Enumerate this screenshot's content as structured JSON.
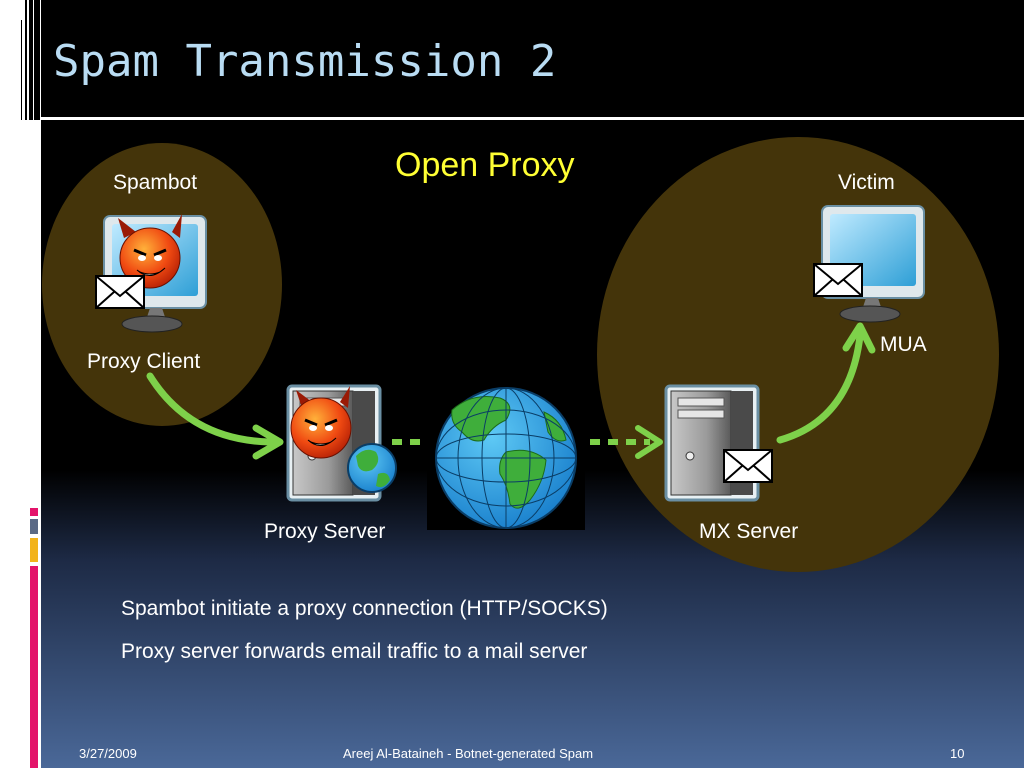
{
  "slide": {
    "title": "Spam Transmission 2",
    "headline": "Open Proxy",
    "labels": {
      "spambot": "Spambot",
      "proxy_client": "Proxy Client",
      "proxy_server": "Proxy Server",
      "mx_server": "MX Server",
      "victim": "Victim",
      "mua": "MUA"
    },
    "bullets": [
      "Spambot initiate a proxy connection  (HTTP/SOCKS)",
      "Proxy server  forwards email traffic to a mail server"
    ],
    "footer": {
      "date": "3/27/2009",
      "center": "Areej Al-Bataineh - Botnet-generated Spam",
      "page": "10"
    }
  },
  "icons": [
    "devil-icon",
    "envelope-icon",
    "monitor-icon",
    "server-icon",
    "globe-icon",
    "arrow-icon"
  ],
  "colors": {
    "title": "#b9dcf3",
    "headline": "#ffff33",
    "ellipse": "#44340a",
    "arrow": "#7ed14a"
  }
}
